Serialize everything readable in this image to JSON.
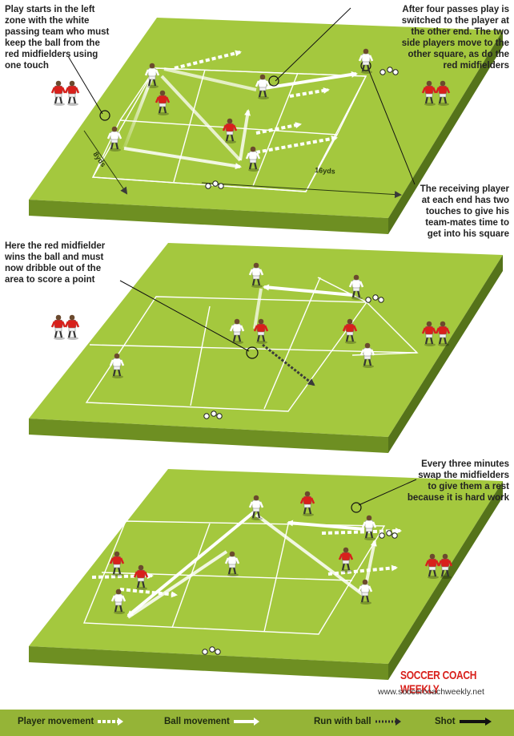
{
  "annotations": {
    "play_starts": "Play starts in the left\nzone with the white\npassing team who must\nkeep the ball from the\nred midfielders using\none touch",
    "after_four": "After four passes play is\nswitched to the player at\nthe other end. The two\nside players move to the\nother square, as do the\nred midfielders",
    "receiving": "The receiving player\nat each end has two\ntouches to give his\nteam-mates time to\nget into his square",
    "red_wins": "Here the red midfielder\nwins the ball and must\nnow dribble out of the\narea to score a point",
    "swap": "Every three minutes\nswap the midfielders\nto give them a rest\nbecause it is hard work"
  },
  "dimensions": {
    "width_label": "8yds",
    "length_label": "16yds"
  },
  "brand": {
    "name": "SOCCER COACH WEEKLY",
    "url": "www.soccercoachweekly.net"
  },
  "legend": {
    "player_movement": "Player movement",
    "ball_movement": "Ball movement",
    "run_with_ball": "Run with ball",
    "shot": "Shot"
  },
  "colors": {
    "pitch_top": "#a4c83e",
    "pitch_front": "#6e8f22",
    "pitch_side": "#55731a",
    "red_team": "#d8201b",
    "white_team": "#ffffff",
    "legend_bar": "#95b437",
    "brand": "#d8201b"
  }
}
